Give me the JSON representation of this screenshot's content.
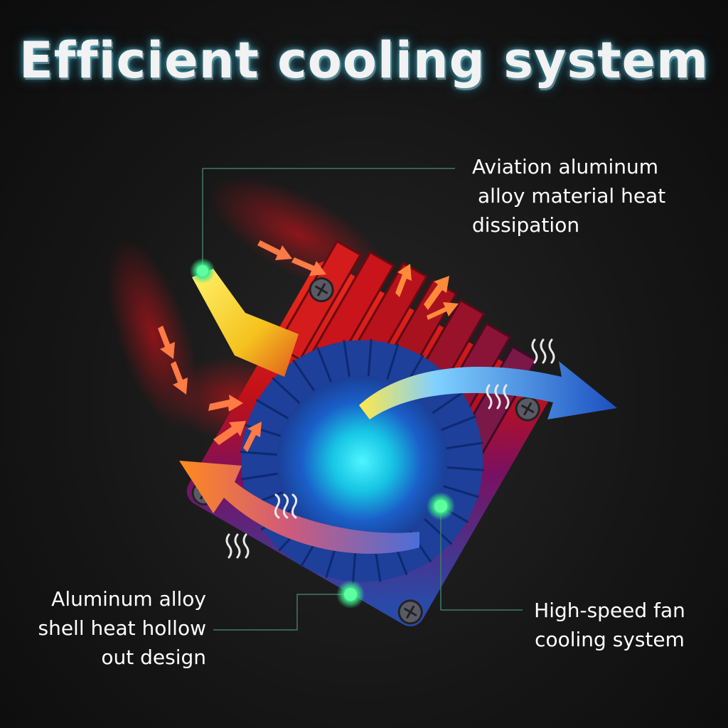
{
  "title": "Efficient cooling system",
  "callouts": {
    "aviation": {
      "lines": [
        "Aviation aluminum",
        "alloy material heat",
        "dissipation"
      ]
    },
    "shell": {
      "lines": [
        "Aluminum alloy",
        "shell heat hollow",
        "out design"
      ]
    },
    "fan": {
      "lines": [
        "High-speed fan",
        "cooling system"
      ]
    }
  },
  "colors": {
    "background": "#141414",
    "heat_red": "#c8141e",
    "heat_orange": "#ff7a2a",
    "cool_cyan": "#22e6f0",
    "cool_blue": "#1a4fb0",
    "callout_dot": "#4dff9a",
    "callout_line": "#3f7a6a"
  },
  "icons": [
    "heat-wave-icon",
    "airflow-arrow-icon",
    "callout-dot-icon",
    "screw-icon"
  ]
}
